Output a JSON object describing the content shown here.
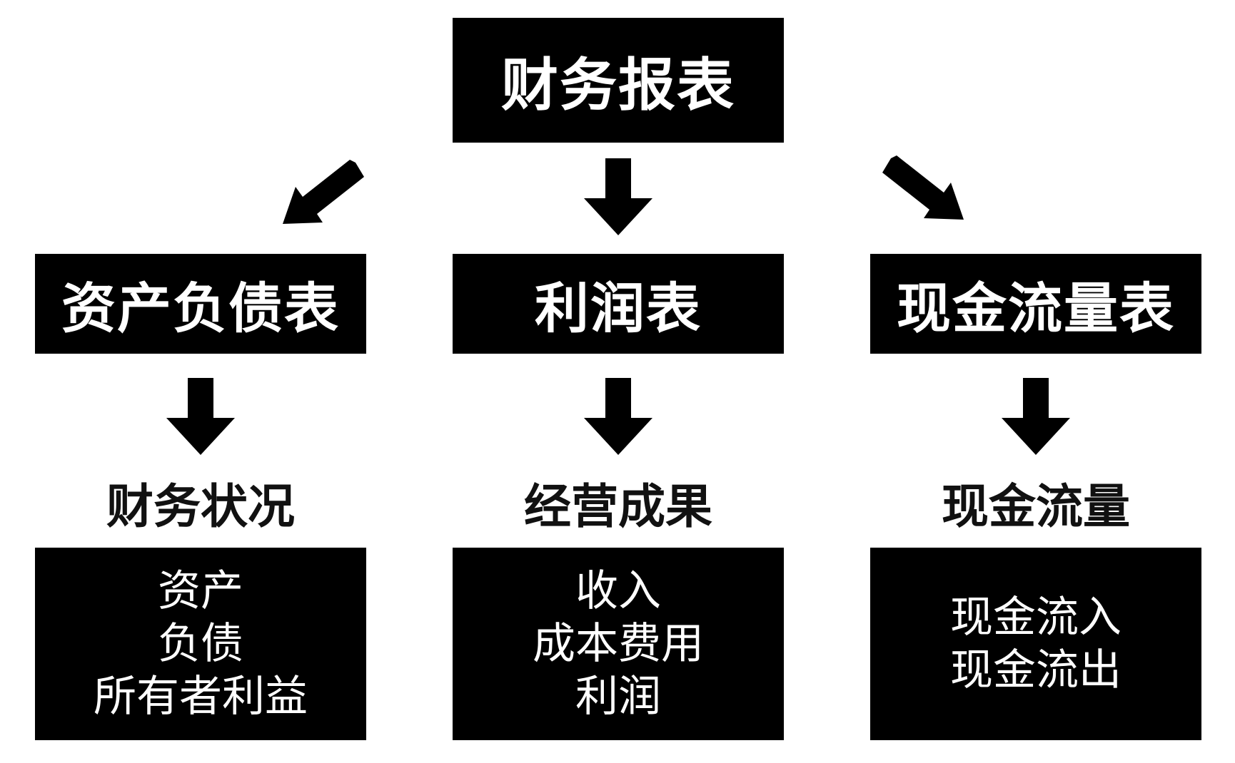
{
  "root": {
    "label": "财务报表"
  },
  "columns": [
    {
      "statement": "资产负债表",
      "heading": "财务状况",
      "items": [
        "资产",
        "负债",
        "所有者利益"
      ]
    },
    {
      "statement": "利润表",
      "heading": "经营成果",
      "items": [
        "收入",
        "成本费用",
        "利润"
      ]
    },
    {
      "statement": "现金流量表",
      "heading": "现金流量",
      "items": [
        "现金流入",
        "现金流出"
      ]
    }
  ],
  "colors": {
    "box_fill": "#000000",
    "box_text": "#ffffff",
    "heading_text": "#111111",
    "arrow": "#000000"
  },
  "icons": [
    "arrow-down-left-icon",
    "arrow-down-icon",
    "arrow-down-right-icon"
  ]
}
